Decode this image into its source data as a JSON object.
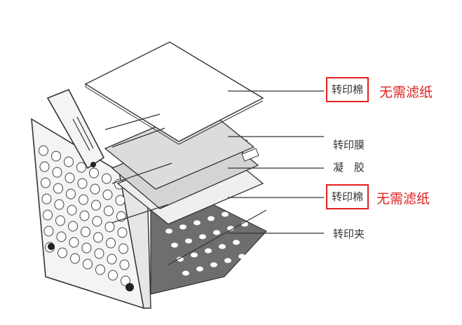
{
  "labels": {
    "pad_top": "转印棉",
    "membrane": "转印膜",
    "gel": "凝　胶",
    "pad_bottom": "转印棉",
    "cassette": "转印夹"
  },
  "notes": {
    "no_filter_top": "无需滤纸",
    "no_filter_bottom": "无需滤纸"
  },
  "colors": {
    "highlight": "#e02020",
    "line": "#333333",
    "dark_plate": "#6e6e6e",
    "light_layer": "#d8d8d8",
    "frame": "#f4f4f4"
  }
}
